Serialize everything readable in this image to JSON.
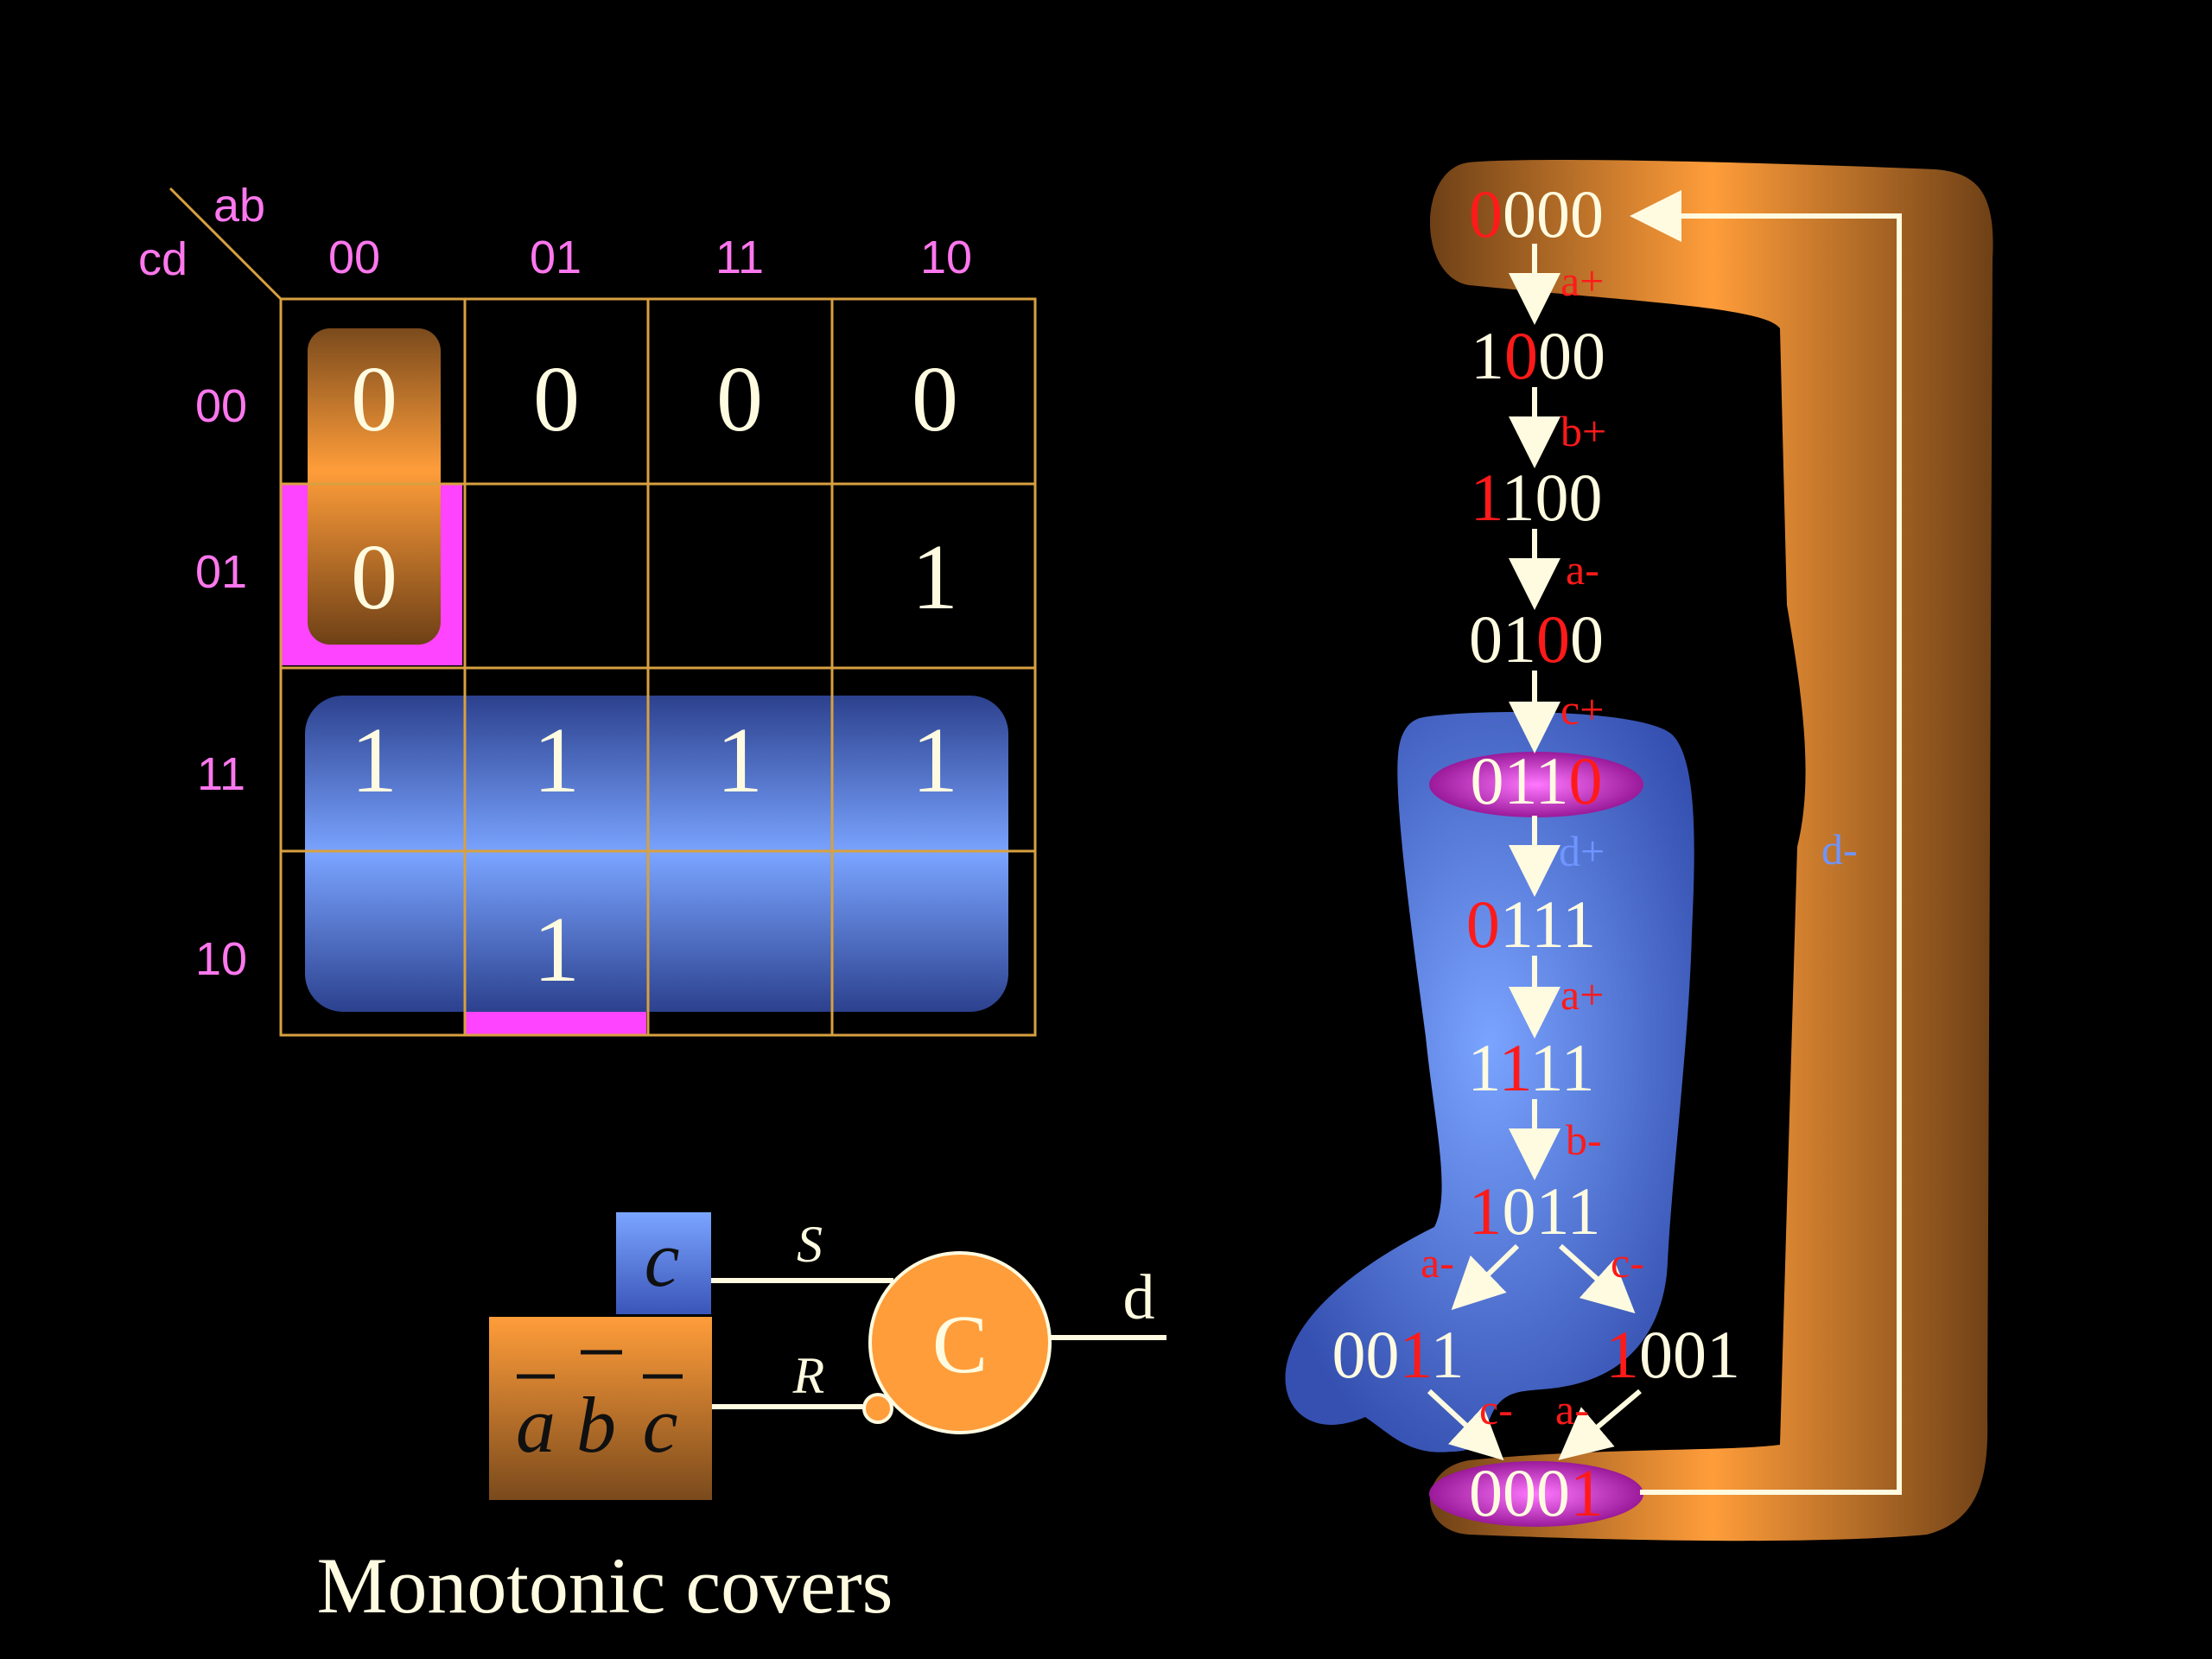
{
  "kmap": {
    "corner_top": "ab",
    "corner_left": "cd",
    "col_headers": [
      "00",
      "01",
      "11",
      "10"
    ],
    "row_headers": [
      "00",
      "01",
      "11",
      "10"
    ],
    "cells": [
      [
        "0",
        "0",
        "0",
        "0"
      ],
      [
        "0",
        "",
        "",
        "1"
      ],
      [
        "1",
        "1",
        "1",
        "1"
      ],
      [
        "",
        "1",
        "",
        ""
      ]
    ]
  },
  "circuit": {
    "input_top": "c",
    "input_bottom_letters": [
      "a",
      "b",
      "c"
    ],
    "set_label": "S",
    "reset_label": "R",
    "gate_label": "C",
    "output_label": "d"
  },
  "caption": "Monotonic covers",
  "state_graph": {
    "states": [
      {
        "pre": "",
        "hl": "0",
        "post": "000"
      },
      {
        "pre": "1",
        "hl": "0",
        "post": "00"
      },
      {
        "pre": "",
        "hl": "1",
        "post": "100"
      },
      {
        "pre": "01",
        "hl": "0",
        "post": "0"
      },
      {
        "pre": "011",
        "hl": "0",
        "post": ""
      },
      {
        "pre": "",
        "hl": "0",
        "post": "111"
      },
      {
        "pre": "1",
        "hl": "1",
        "post": "11"
      },
      {
        "pre": "",
        "hl": "1",
        "post": "011"
      },
      {
        "pre": "00",
        "hl": "1",
        "post": "1"
      },
      {
        "pre": "",
        "hl": "1",
        "post": "001"
      },
      {
        "pre": "000",
        "hl": "1",
        "post": ""
      }
    ],
    "transitions": [
      "a+",
      "b+",
      "a-",
      "c+",
      "d+",
      "a+",
      "b-",
      "a-",
      "c-",
      "c-",
      "a-",
      "d-"
    ]
  },
  "colors": {
    "background": "#000000",
    "grid": "#d8a040",
    "header": "#ff77ee",
    "text": "#fffbe0",
    "highlight": "#ff1a1a",
    "blue_label": "#6f95ff",
    "orange": "#ff9d3a",
    "brown": "#7a4a1c",
    "blue_light": "#6f9bff",
    "blue_dark": "#2a3f8a",
    "magenta": "#ff44ff"
  }
}
